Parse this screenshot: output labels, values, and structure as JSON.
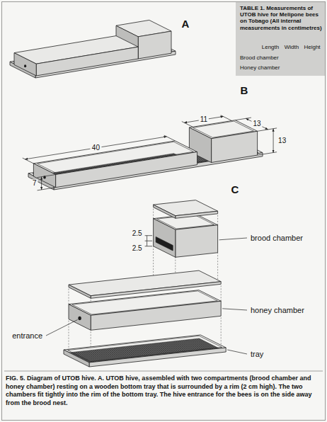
{
  "diagram": {
    "caption": "FIG. 5. Diagram of UTOB hive. A. UTOB hive, assembled with two compartments (brood chamber and honey chamber) resting on a wooden bottom tray that is surrounded by a rim (2 cm high). The two chambers fit tightly into the rim of the bottom tray. The hive entrance for the bees is on the side away from the brood nest.",
    "labels": [
      "TABLE 1. Measurements of UTOB hive for Melipone bees on Tobago (All internal measurements in centimetres)",
      "Length",
      "Width",
      "Height",
      "Brood chamber",
      "Honey chamber",
      "A",
      "B",
      "11",
      "13",
      "13",
      "40",
      "7",
      "C",
      "2.5",
      "2.5",
      "brood chamber",
      "honey chamber",
      "entrance",
      "tray"
    ]
  }
}
